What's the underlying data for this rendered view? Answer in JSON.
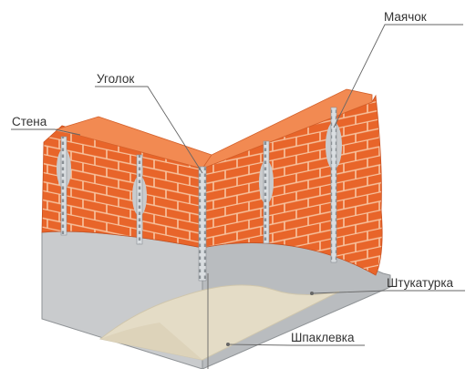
{
  "labels": {
    "mayachok": "Маячок",
    "ugolok": "Уголок",
    "stena": "Стена",
    "shtukaturka": "Штукатурка",
    "shpaklevka": "Шпаклевка"
  },
  "colors": {
    "brick": "#e8652a",
    "brick_top": "#f28a52",
    "mortar": "#f7c39f",
    "plaster": "#c9cbcd",
    "plaster_dark": "#aeb1b4",
    "putty": "#e4dcc6",
    "metal": "#d9dde0",
    "leader_line": "#666666",
    "label_text": "#333333"
  }
}
